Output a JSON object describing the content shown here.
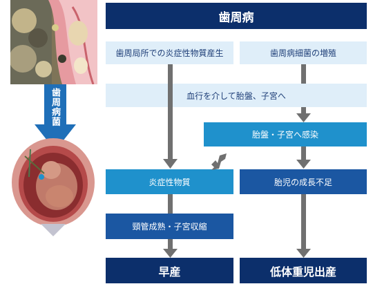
{
  "title": "歯周病",
  "cause_left": "歯周局所での炎症性物質産生",
  "cause_right": "歯周病細菌の増殖",
  "middle": "血行を介して胎盤、子宮へ",
  "infection": "胎盤・子宮へ感染",
  "inflammatory": "炎症性物質",
  "growth": "胎児の成長不足",
  "cervix": "頸管成熟・子宮収縮",
  "result_left": "早産",
  "result_right": "低体重児出産",
  "arrow_label": "歯周病菌",
  "colors": {
    "navy": "#0c2f6b",
    "light_box": "#dfeef9",
    "mid_box": "#1f91cc",
    "dark_box": "#1b57a2",
    "arrow_gray": "#707070",
    "left_arrow_blue": "#1f6fb8"
  }
}
